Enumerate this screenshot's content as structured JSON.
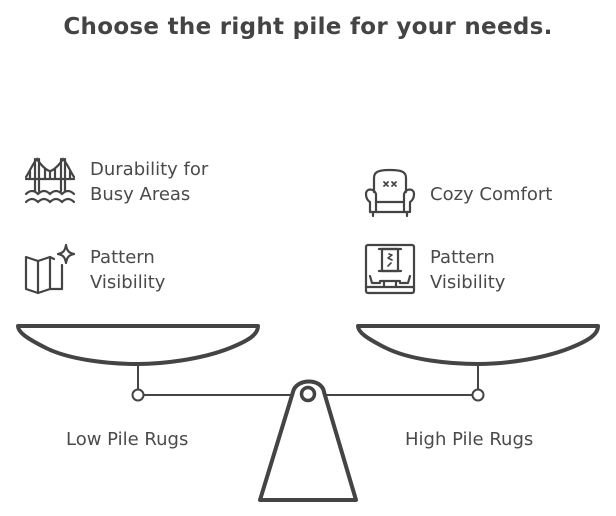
{
  "title": "Choose the right pile for your needs.",
  "left": {
    "name": "Low Pile Rugs",
    "features": [
      {
        "icon": "bridge-icon",
        "label_lines": [
          "Durability for",
          "Busy Areas"
        ]
      },
      {
        "icon": "map-sparkle-icon",
        "label_lines": [
          "Pattern",
          "Visibility"
        ]
      }
    ]
  },
  "right": {
    "name": "High Pile Rugs",
    "features": [
      {
        "icon": "armchair-icon",
        "label_lines": [
          "Cozy Comfort"
        ]
      },
      {
        "icon": "framed-room-icon",
        "label_lines": [
          "Pattern",
          "Visibility"
        ]
      }
    ]
  },
  "colors": {
    "stroke": "#444444",
    "background": "#ffffff"
  }
}
